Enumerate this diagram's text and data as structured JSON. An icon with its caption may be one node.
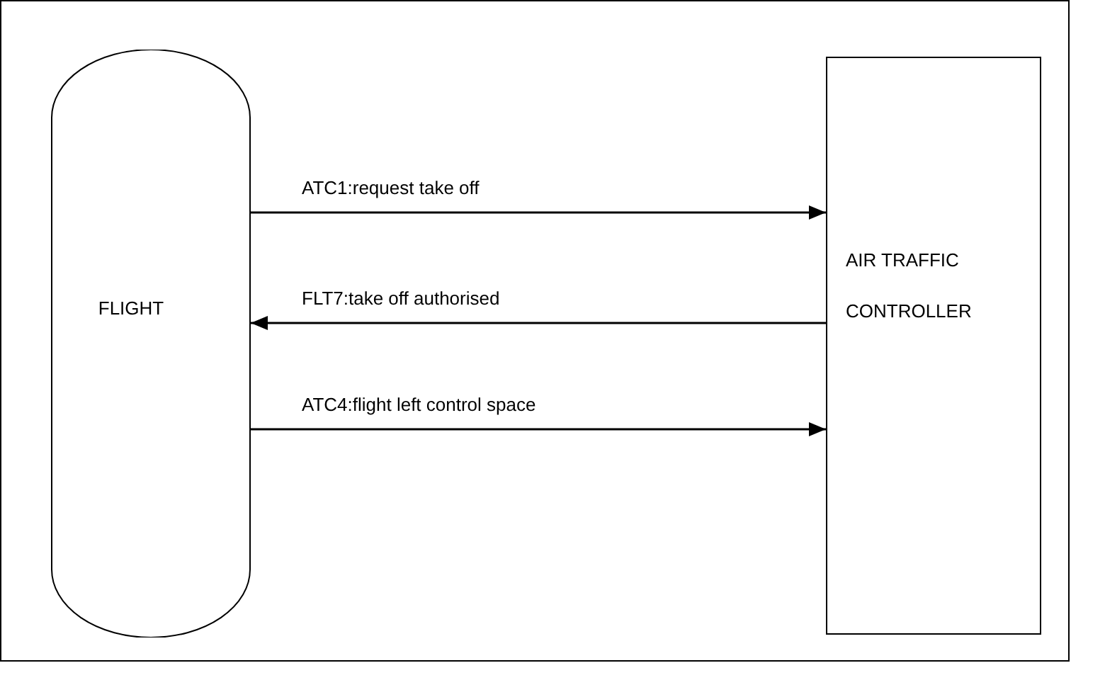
{
  "diagram": {
    "nodes": [
      {
        "text": [
          "FLIGHT"
        ]
      },
      {
        "text": [
          "AIR TRAFFIC CONTROLLER"
        ]
      }
    ],
    "edges": [
      {
        "from": 0,
        "to": 1,
        "arrow": "to",
        "label": "ATC1:request take off"
      },
      {
        "from": 1,
        "to": 0,
        "arrow": "to",
        "label": "FLT7:take off authorised"
      },
      {
        "from": 0,
        "to": 1,
        "arrow": "to",
        "label": "ATC4:flight left control space"
      }
    ]
  }
}
